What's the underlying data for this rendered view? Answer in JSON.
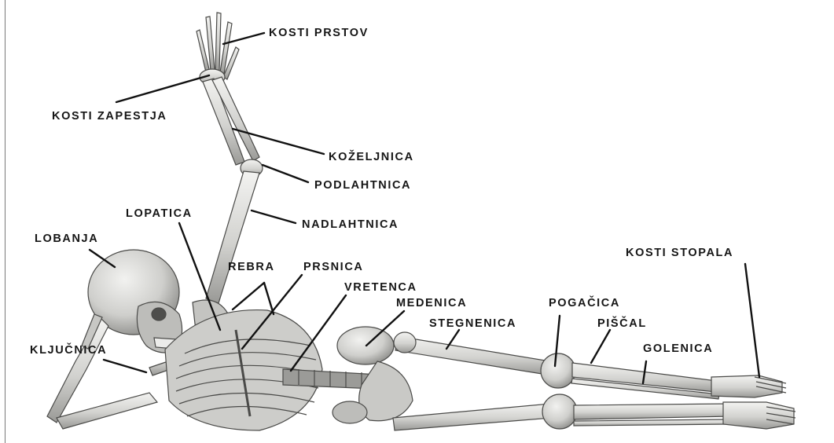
{
  "diagram": {
    "labels": {
      "kosti_prstov": "KOSTI PRSTOV",
      "kosti_zapestja": "KOSTI ZAPESTJA",
      "kozeljnica": "KOŽELJNICA",
      "podlahtnica": "PODLAHTNICA",
      "nadlahtnica": "NADLAHTNICA",
      "lopatica": "LOPATICA",
      "lobanja": "LOBANJA",
      "rebra": "REBRA",
      "prsnica": "PRSNICA",
      "vretenca": "VRETENCA",
      "medenica": "MEDENICA",
      "stegnenica": "STEGNENICA",
      "pogacica": "POGAČICA",
      "piscal": "PIŠČAL",
      "golenica": "GOLENICA",
      "kljucnica": "KLJUČNICA",
      "kosti_stopala": "KOSTI STOPALA"
    },
    "colors": {
      "bone": "#d9d9d6",
      "bone_shadow": "#8f8f8c",
      "bone_outline": "#4a4a48",
      "leader": "#111111",
      "text": "#161616"
    }
  }
}
